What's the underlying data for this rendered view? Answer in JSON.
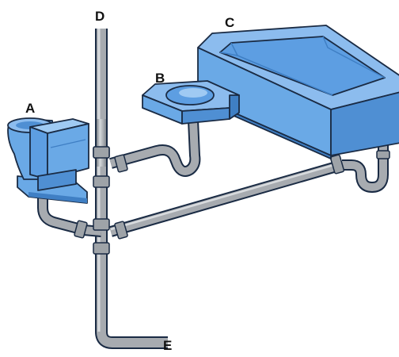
{
  "labels": {
    "toilet": "A",
    "sink": "B",
    "bathtub": "C",
    "vent_stack": "D",
    "drain_outlet": "E"
  },
  "colors": {
    "fixture_fill": "#6aa9e6",
    "fixture_light": "#9fcaf3",
    "fixture_dark": "#3f7fc4",
    "outline": "#1a2b44",
    "pipe_fill": "#a7abb0",
    "pipe_light": "#d4d7da",
    "pipe_dark": "#6f747a"
  }
}
